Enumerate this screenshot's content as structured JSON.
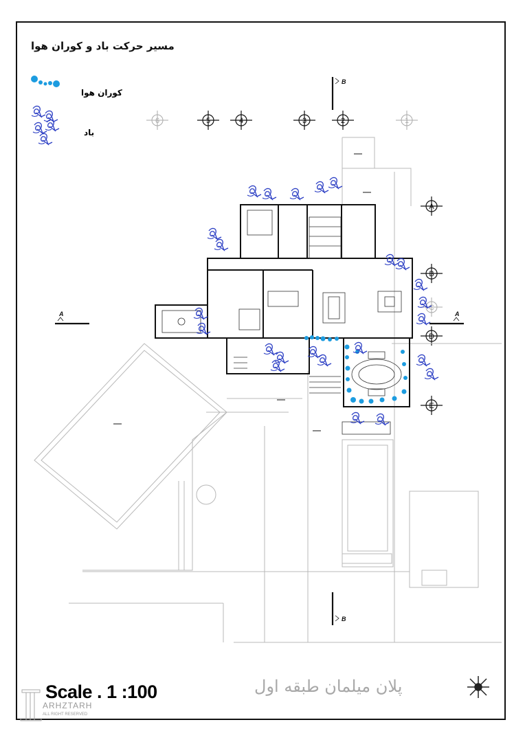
{
  "title": "مسیر حرکت باد و کوران هوا",
  "legend": {
    "air_current": "کوران هوا",
    "wind": "باد"
  },
  "axes_columns": [
    "6",
    "5",
    "4",
    "3",
    "2",
    "1"
  ],
  "axes_rows": [
    "A",
    "B",
    "C",
    "D",
    "E"
  ],
  "section_labels": {
    "a": "A",
    "b": "B"
  },
  "scale": "Scale . 1 :100",
  "plan_title": "پلان میلمان طبقه اول",
  "logo": {
    "name": "ARHZTARH",
    "sub": "ALL RIGHT RESERVED"
  },
  "colors": {
    "wind": "#2c3fc4",
    "air_current": "#1c9ce0",
    "line": "#111111",
    "faint": "#b0b0b0"
  }
}
